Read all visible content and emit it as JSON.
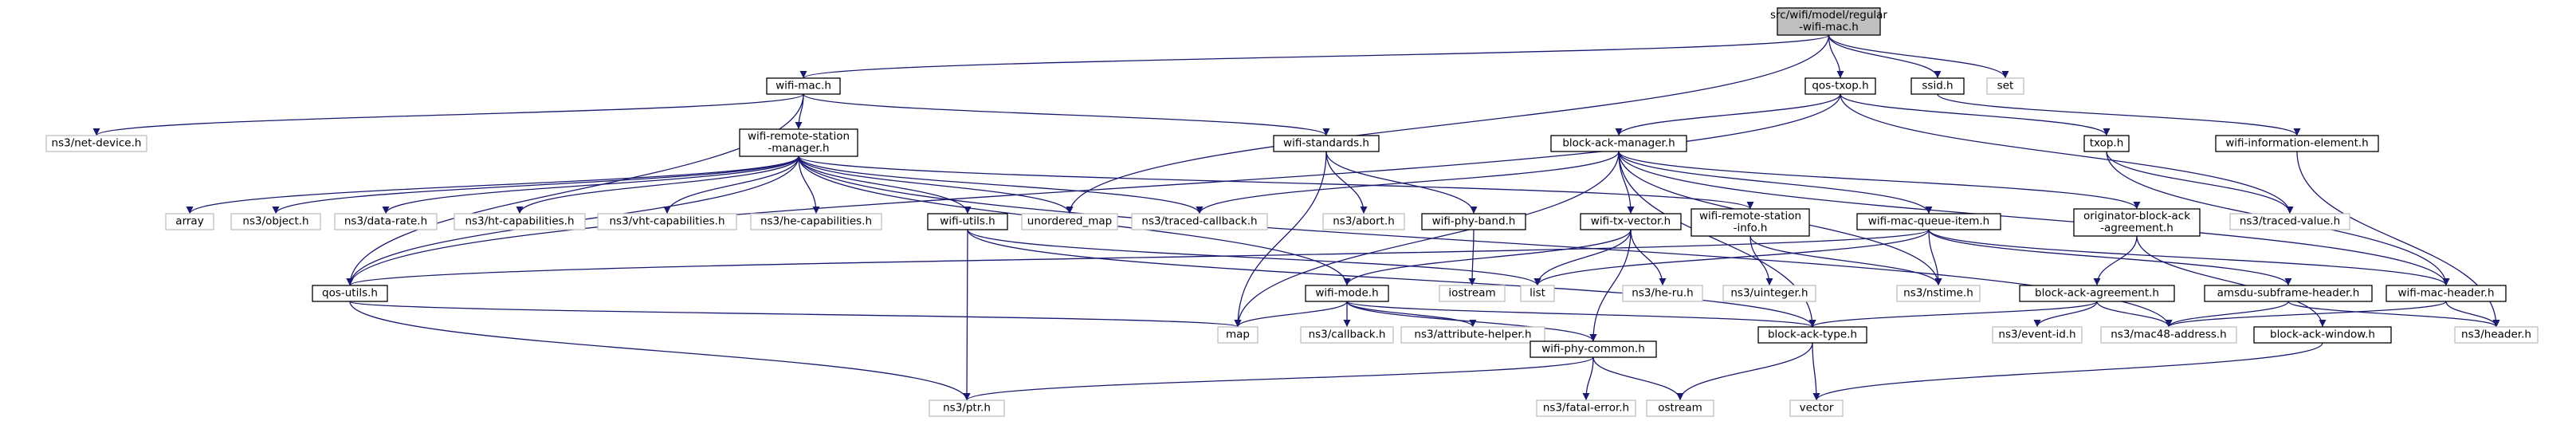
{
  "colors": {
    "edge": "#191970",
    "root_fill": "#bfbfbf",
    "node_border": "#000000",
    "external_border": "#bfbfbf",
    "text": "#000000"
  },
  "nodes": [
    {
      "id": "root",
      "lines": [
        "src/wifi/model/regular",
        "-wifi-mac.h"
      ],
      "kind": "root"
    },
    {
      "id": "wifi-mac",
      "lines": [
        "wifi-mac.h"
      ],
      "kind": "local"
    },
    {
      "id": "qos-txop",
      "lines": [
        "qos-txop.h"
      ],
      "kind": "local"
    },
    {
      "id": "ssid",
      "lines": [
        "ssid.h"
      ],
      "kind": "local"
    },
    {
      "id": "set",
      "lines": [
        "set"
      ],
      "kind": "external"
    },
    {
      "id": "net-device",
      "lines": [
        "ns3/net-device.h"
      ],
      "kind": "external"
    },
    {
      "id": "wifi-remote-station-manager",
      "lines": [
        "wifi-remote-station",
        "-manager.h"
      ],
      "kind": "local"
    },
    {
      "id": "wifi-standards",
      "lines": [
        "wifi-standards.h"
      ],
      "kind": "local"
    },
    {
      "id": "block-ack-manager",
      "lines": [
        "block-ack-manager.h"
      ],
      "kind": "local"
    },
    {
      "id": "txop",
      "lines": [
        "txop.h"
      ],
      "kind": "local"
    },
    {
      "id": "wifi-information-element",
      "lines": [
        "wifi-information-element.h"
      ],
      "kind": "local"
    },
    {
      "id": "array",
      "lines": [
        "array"
      ],
      "kind": "external"
    },
    {
      "id": "object",
      "lines": [
        "ns3/object.h"
      ],
      "kind": "external"
    },
    {
      "id": "data-rate",
      "lines": [
        "ns3/data-rate.h"
      ],
      "kind": "external"
    },
    {
      "id": "ht-capabilities",
      "lines": [
        "ns3/ht-capabilities.h"
      ],
      "kind": "external"
    },
    {
      "id": "vht-capabilities",
      "lines": [
        "ns3/vht-capabilities.h"
      ],
      "kind": "external"
    },
    {
      "id": "he-capabilities",
      "lines": [
        "ns3/he-capabilities.h"
      ],
      "kind": "external"
    },
    {
      "id": "wifi-utils",
      "lines": [
        "wifi-utils.h"
      ],
      "kind": "local"
    },
    {
      "id": "unordered-map",
      "lines": [
        "unordered_map"
      ],
      "kind": "external"
    },
    {
      "id": "traced-callback",
      "lines": [
        "ns3/traced-callback.h"
      ],
      "kind": "external"
    },
    {
      "id": "abort",
      "lines": [
        "ns3/abort.h"
      ],
      "kind": "external"
    },
    {
      "id": "wifi-phy-band",
      "lines": [
        "wifi-phy-band.h"
      ],
      "kind": "local"
    },
    {
      "id": "wifi-tx-vector",
      "lines": [
        "wifi-tx-vector.h"
      ],
      "kind": "local"
    },
    {
      "id": "wifi-remote-station-info",
      "lines": [
        "wifi-remote-station",
        "-info.h"
      ],
      "kind": "local"
    },
    {
      "id": "wifi-mac-queue-item",
      "lines": [
        "wifi-mac-queue-item.h"
      ],
      "kind": "local"
    },
    {
      "id": "originator-block-ack-agreement",
      "lines": [
        "originator-block-ack",
        "-agreement.h"
      ],
      "kind": "local"
    },
    {
      "id": "traced-value",
      "lines": [
        "ns3/traced-value.h"
      ],
      "kind": "external"
    },
    {
      "id": "qos-utils",
      "lines": [
        "qos-utils.h"
      ],
      "kind": "local"
    },
    {
      "id": "iostream",
      "lines": [
        "iostream"
      ],
      "kind": "external"
    },
    {
      "id": "list",
      "lines": [
        "list"
      ],
      "kind": "external"
    },
    {
      "id": "he-ru",
      "lines": [
        "ns3/he-ru.h"
      ],
      "kind": "external"
    },
    {
      "id": "uinteger",
      "lines": [
        "ns3/uinteger.h"
      ],
      "kind": "external"
    },
    {
      "id": "nstime",
      "lines": [
        "ns3/nstime.h"
      ],
      "kind": "external"
    },
    {
      "id": "block-ack-agreement",
      "lines": [
        "block-ack-agreement.h"
      ],
      "kind": "local"
    },
    {
      "id": "amsdu-subframe-header",
      "lines": [
        "amsdu-subframe-header.h"
      ],
      "kind": "local"
    },
    {
      "id": "wifi-mac-header",
      "lines": [
        "wifi-mac-header.h"
      ],
      "kind": "local"
    },
    {
      "id": "wifi-mode",
      "lines": [
        "wifi-mode.h"
      ],
      "kind": "local"
    },
    {
      "id": "map",
      "lines": [
        "map"
      ],
      "kind": "external"
    },
    {
      "id": "callback",
      "lines": [
        "ns3/callback.h"
      ],
      "kind": "external"
    },
    {
      "id": "attribute-helper",
      "lines": [
        "ns3/attribute-helper.h"
      ],
      "kind": "external"
    },
    {
      "id": "block-ack-type",
      "lines": [
        "block-ack-type.h"
      ],
      "kind": "local"
    },
    {
      "id": "event-id",
      "lines": [
        "ns3/event-id.h"
      ],
      "kind": "external"
    },
    {
      "id": "mac48-address",
      "lines": [
        "ns3/mac48-address.h"
      ],
      "kind": "external"
    },
    {
      "id": "block-ack-window",
      "lines": [
        "block-ack-window.h"
      ],
      "kind": "local"
    },
    {
      "id": "header",
      "lines": [
        "ns3/header.h"
      ],
      "kind": "external"
    },
    {
      "id": "wifi-phy-common",
      "lines": [
        "wifi-phy-common.h"
      ],
      "kind": "local"
    },
    {
      "id": "fatal-error",
      "lines": [
        "ns3/fatal-error.h"
      ],
      "kind": "external"
    },
    {
      "id": "ostream",
      "lines": [
        "ostream"
      ],
      "kind": "external"
    },
    {
      "id": "vector",
      "lines": [
        "vector"
      ],
      "kind": "external"
    },
    {
      "id": "ptr",
      "lines": [
        "ns3/ptr.h"
      ],
      "kind": "external"
    }
  ],
  "edges": [
    [
      "root",
      "wifi-mac"
    ],
    [
      "root",
      "qos-txop"
    ],
    [
      "root",
      "ssid"
    ],
    [
      "root",
      "set"
    ],
    [
      "root",
      "unordered-map"
    ],
    [
      "wifi-mac",
      "net-device"
    ],
    [
      "wifi-mac",
      "wifi-remote-station-manager"
    ],
    [
      "wifi-mac",
      "wifi-standards"
    ],
    [
      "wifi-mac",
      "qos-utils"
    ],
    [
      "qos-txop",
      "block-ack-manager"
    ],
    [
      "qos-txop",
      "txop"
    ],
    [
      "qos-txop",
      "traced-value"
    ],
    [
      "qos-txop",
      "qos-utils"
    ],
    [
      "ssid",
      "wifi-information-element"
    ],
    [
      "wifi-remote-station-manager",
      "array"
    ],
    [
      "wifi-remote-station-manager",
      "object"
    ],
    [
      "wifi-remote-station-manager",
      "data-rate"
    ],
    [
      "wifi-remote-station-manager",
      "ht-capabilities"
    ],
    [
      "wifi-remote-station-manager",
      "vht-capabilities"
    ],
    [
      "wifi-remote-station-manager",
      "he-capabilities"
    ],
    [
      "wifi-remote-station-manager",
      "wifi-utils"
    ],
    [
      "wifi-remote-station-manager",
      "unordered-map"
    ],
    [
      "wifi-remote-station-manager",
      "traced-callback"
    ],
    [
      "wifi-remote-station-manager",
      "wifi-remote-station-info"
    ],
    [
      "wifi-remote-station-manager",
      "qos-utils"
    ],
    [
      "wifi-remote-station-manager",
      "wifi-mode"
    ],
    [
      "wifi-remote-station-manager",
      "mac48-address"
    ],
    [
      "wifi-standards",
      "abort"
    ],
    [
      "wifi-standards",
      "wifi-phy-band"
    ],
    [
      "wifi-standards",
      "map"
    ],
    [
      "block-ack-manager",
      "traced-callback"
    ],
    [
      "block-ack-manager",
      "wifi-tx-vector"
    ],
    [
      "block-ack-manager",
      "wifi-mac-queue-item"
    ],
    [
      "block-ack-manager",
      "originator-block-ack-agreement"
    ],
    [
      "block-ack-manager",
      "wifi-mac-header"
    ],
    [
      "block-ack-manager",
      "map"
    ],
    [
      "block-ack-manager",
      "block-ack-type"
    ],
    [
      "block-ack-manager",
      "nstime"
    ],
    [
      "txop",
      "traced-value"
    ],
    [
      "txop",
      "wifi-mac-header"
    ],
    [
      "wifi-information-element",
      "header"
    ],
    [
      "wifi-utils",
      "ptr"
    ],
    [
      "wifi-utils",
      "list"
    ],
    [
      "wifi-utils",
      "block-ack-type"
    ],
    [
      "wifi-phy-band",
      "iostream"
    ],
    [
      "wifi-tx-vector",
      "list"
    ],
    [
      "wifi-tx-vector",
      "he-ru"
    ],
    [
      "wifi-tx-vector",
      "wifi-mode"
    ],
    [
      "wifi-tx-vector",
      "wifi-phy-common"
    ],
    [
      "wifi-remote-station-info",
      "uinteger"
    ],
    [
      "wifi-remote-station-info",
      "nstime"
    ],
    [
      "wifi-mac-queue-item",
      "nstime"
    ],
    [
      "wifi-mac-queue-item",
      "wifi-mac-header"
    ],
    [
      "wifi-mac-queue-item",
      "amsdu-subframe-header"
    ],
    [
      "wifi-mac-queue-item",
      "qos-utils"
    ],
    [
      "wifi-mac-queue-item",
      "list"
    ],
    [
      "originator-block-ack-agreement",
      "block-ack-agreement"
    ],
    [
      "originator-block-ack-agreement",
      "block-ack-window"
    ],
    [
      "qos-utils",
      "map"
    ],
    [
      "qos-utils",
      "ptr"
    ],
    [
      "block-ack-agreement",
      "event-id"
    ],
    [
      "block-ack-agreement",
      "mac48-address"
    ],
    [
      "block-ack-agreement",
      "block-ack-type"
    ],
    [
      "amsdu-subframe-header",
      "mac48-address"
    ],
    [
      "amsdu-subframe-header",
      "header"
    ],
    [
      "wifi-mac-header",
      "mac48-address"
    ],
    [
      "wifi-mac-header",
      "header"
    ],
    [
      "wifi-mode",
      "callback"
    ],
    [
      "wifi-mode",
      "attribute-helper"
    ],
    [
      "wifi-mode",
      "wifi-phy-common"
    ],
    [
      "wifi-mode",
      "map"
    ],
    [
      "wifi-mode",
      "block-ack-type"
    ],
    [
      "block-ack-type",
      "vector"
    ],
    [
      "block-ack-type",
      "ostream"
    ],
    [
      "block-ack-window",
      "vector"
    ],
    [
      "wifi-phy-common",
      "fatal-error"
    ],
    [
      "wifi-phy-common",
      "ostream"
    ],
    [
      "wifi-phy-common",
      "ptr"
    ]
  ]
}
